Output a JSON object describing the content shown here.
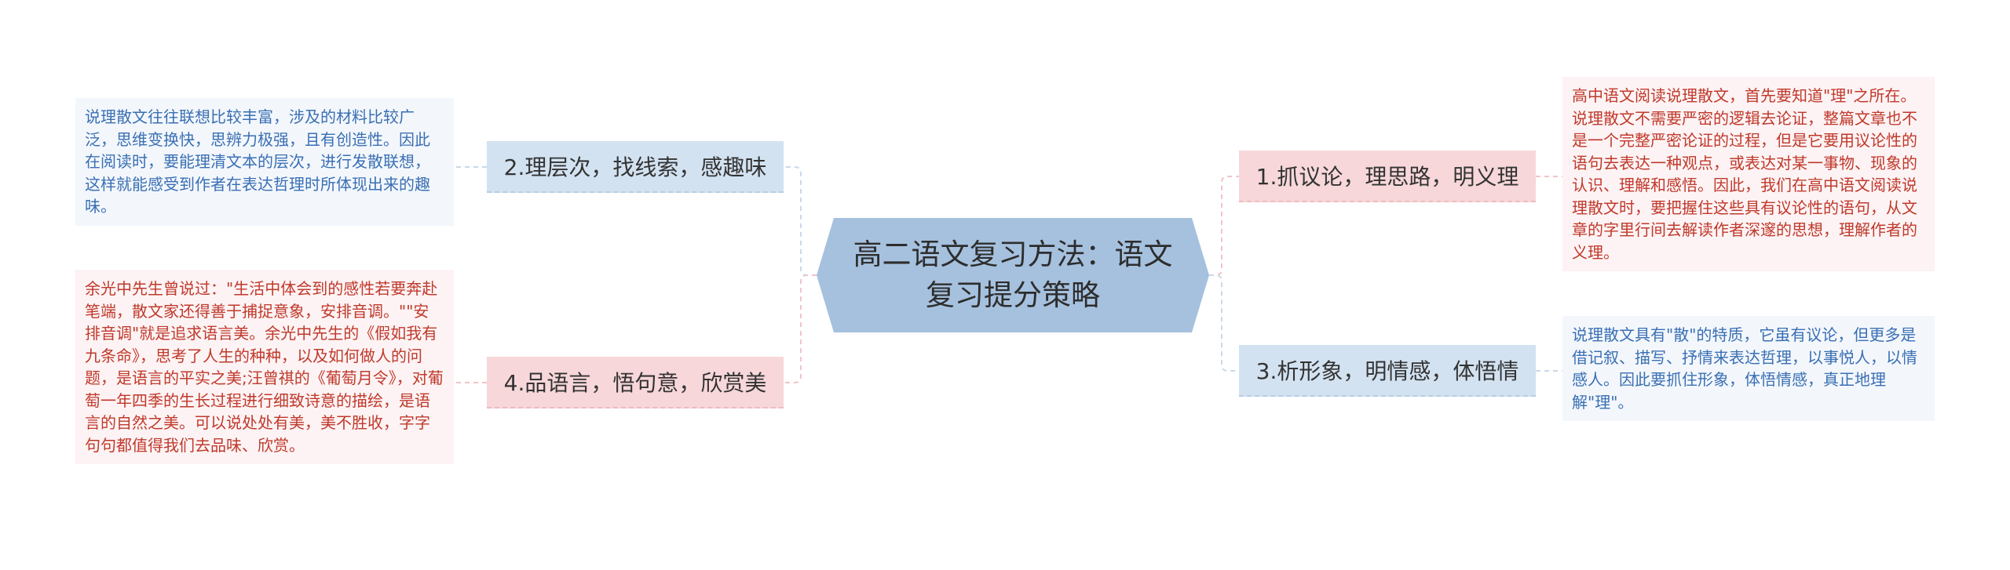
{
  "central": {
    "title": "高二语文复习方法：语文复习提分策略"
  },
  "topics": [
    {
      "label": "1.抓议论，理思路，明义理",
      "note": "高中语文阅读说理散文，首先要知道\"理\"之所在。说理散文不需要严密的逻辑去论证，整篇文章也不是一个完整严密论证的过程，但是它要用议论性的语句去表达一种观点，或表达对某一事物、现象的认识、理解和感悟。因此，我们在高中语文阅读说理散文时，要把握住这些具有议论性的语句，从文章的字里行间去解读作者深邃的思想，理解作者的义理。"
    },
    {
      "label": "2.理层次，找线索，感趣味",
      "note": "说理散文往往联想比较丰富，涉及的材料比较广泛，思维变换快，思辨力极强，且有创造性。因此在阅读时，要能理清文本的层次，进行发散联想，这样就能感受到作者在表达哲理时所体现出来的趣味。"
    },
    {
      "label": "3.析形象，明情感，体悟情",
      "note": "说理散文具有\"散\"的特质，它虽有议论，但更多是借记叙、描写、抒情来表达哲理，以事悦人，以情感人。因此要抓住形象，体悟情感，真正地理解\"理\"。"
    },
    {
      "label": "4.品语言，悟句意，欣赏美",
      "note": "余光中先生曾说过：\"生活中体会到的感性若要奔赴笔端，散文家还得善于捕捉意象，安排音调。\"\"安排音调\"就是追求语言美。余光中先生的《假如我有九条命》，思考了人生的种种，以及如何做人的问题，是语言的平实之美;汪曾祺的《葡萄月令》，对葡萄一年四季的生长过程进行细致诗意的描绘，是语言的自然之美。可以说处处有美，美不胜收，字字句句都值得我们去品味、欣赏。"
    }
  ],
  "colors": {
    "central_fill": "#a6c1de",
    "blue_topic": "#d3e2f1",
    "pink_topic": "#f7d7da",
    "blue_text": "#3a6fb3",
    "red_text": "#c0392b",
    "blue_line": "#b9cde3",
    "pink_line": "#ecbcc0"
  }
}
